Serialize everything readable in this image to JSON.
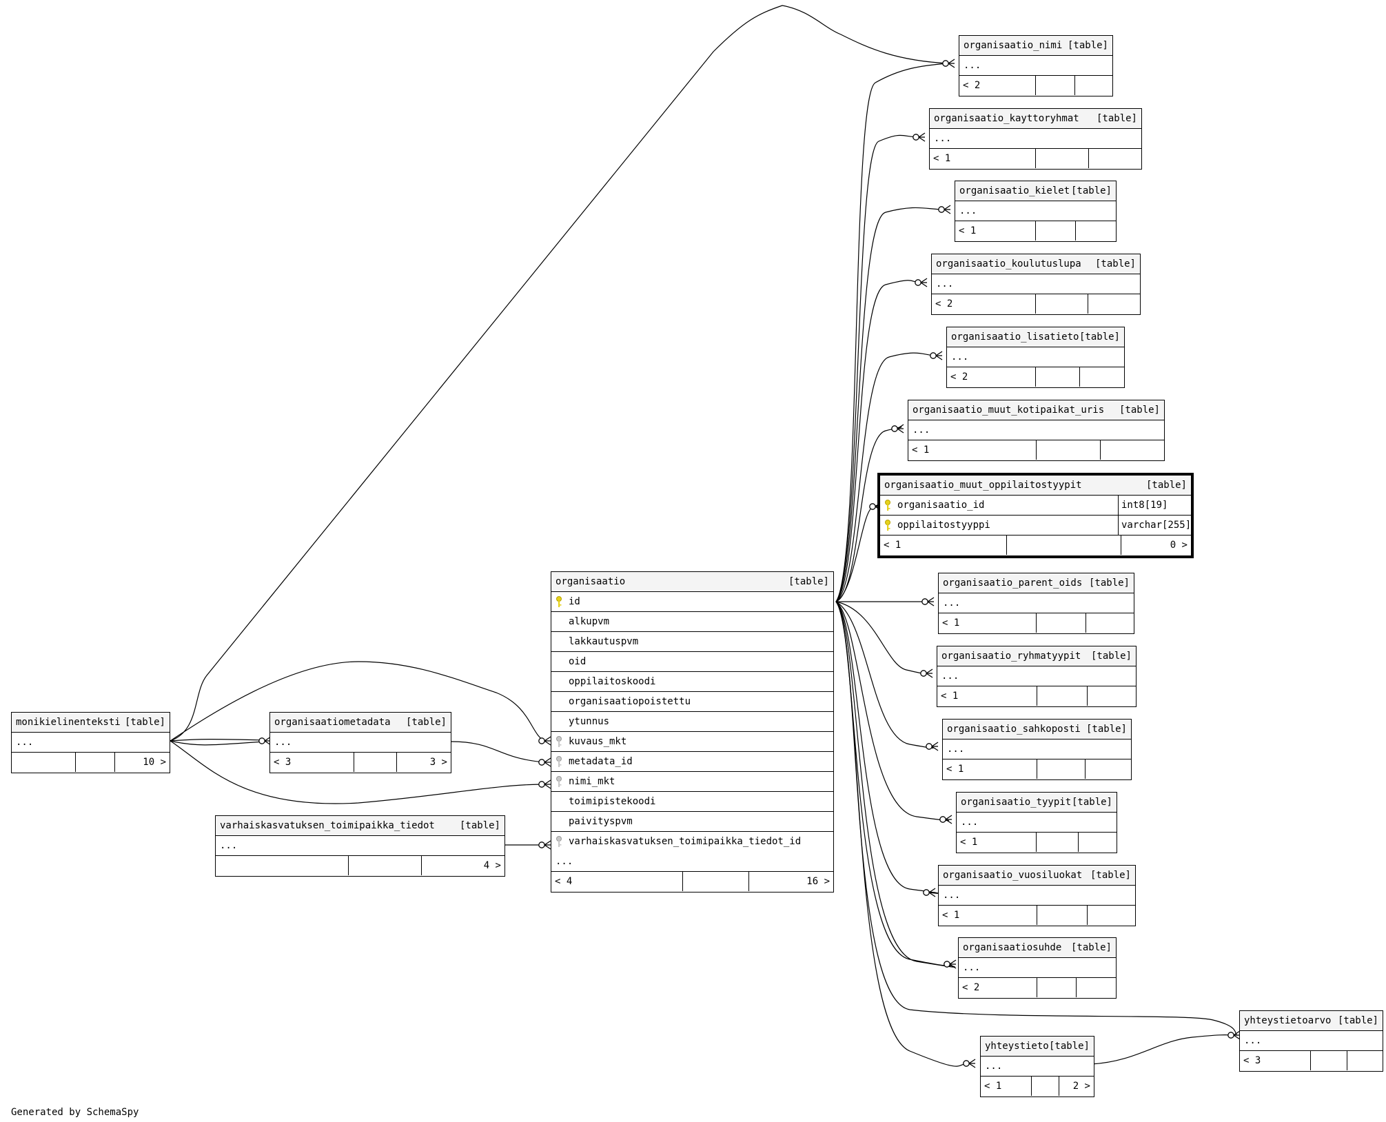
{
  "generator": "Generated by SchemaSpy",
  "table_tag": "[table]",
  "more": "...",
  "tables": {
    "organisaatio_nimi": {
      "name": "organisaatio_nimi",
      "foot": [
        "< 2",
        "",
        ""
      ]
    },
    "organisaatio_kayttoryhmat": {
      "name": "organisaatio_kayttoryhmat",
      "foot": [
        "< 1",
        "",
        ""
      ]
    },
    "organisaatio_kielet": {
      "name": "organisaatio_kielet",
      "foot": [
        "< 1",
        "",
        ""
      ]
    },
    "organisaatio_koulutuslupa": {
      "name": "organisaatio_koulutuslupa",
      "foot": [
        "< 2",
        "",
        ""
      ]
    },
    "organisaatio_lisatieto": {
      "name": "organisaatio_lisatieto",
      "foot": [
        "< 2",
        "",
        ""
      ]
    },
    "organisaatio_muut_kotipaikat_uris": {
      "name": "organisaatio_muut_kotipaikat_uris",
      "foot": [
        "< 1",
        "",
        ""
      ]
    },
    "organisaatio_muut_oppilaitostyypit": {
      "name": "organisaatio_muut_oppilaitostyypit",
      "columns": [
        {
          "name": "organisaatio_id",
          "type": "int8[19]"
        },
        {
          "name": "oppilaitostyyppi",
          "type": "varchar[255]"
        }
      ],
      "foot": [
        "< 1",
        "",
        "0 >"
      ]
    },
    "organisaatio_parent_oids": {
      "name": "organisaatio_parent_oids",
      "foot": [
        "< 1",
        "",
        ""
      ]
    },
    "organisaatio_ryhmatyypit": {
      "name": "organisaatio_ryhmatyypit",
      "foot": [
        "< 1",
        "",
        ""
      ]
    },
    "organisaatio_sahkoposti": {
      "name": "organisaatio_sahkoposti",
      "foot": [
        "< 1",
        "",
        ""
      ]
    },
    "organisaatio_tyypit": {
      "name": "organisaatio_tyypit",
      "foot": [
        "< 1",
        "",
        ""
      ]
    },
    "organisaatio_vuosiluokat": {
      "name": "organisaatio_vuosiluokat",
      "foot": [
        "< 1",
        "",
        ""
      ]
    },
    "organisaatiosuhde": {
      "name": "organisaatiosuhde",
      "foot": [
        "< 2",
        "",
        ""
      ]
    },
    "yhteystieto": {
      "name": "yhteystieto",
      "foot": [
        "< 1",
        "",
        "2 >"
      ]
    },
    "yhteystietoarvo": {
      "name": "yhteystietoarvo",
      "foot": [
        "< 3",
        "",
        ""
      ]
    },
    "monikielinenteksti": {
      "name": "monikielinenteksti",
      "foot": [
        "",
        "",
        "10 >"
      ]
    },
    "organisaatiometadata": {
      "name": "organisaatiometadata",
      "foot": [
        "< 3",
        "",
        "3 >"
      ]
    },
    "varhaiskasvatuksen_toimipaikka_tiedot": {
      "name": "varhaiskasvatuksen_toimipaikka_tiedot",
      "foot": [
        "",
        "",
        "4 >"
      ]
    },
    "organisaatio": {
      "name": "organisaatio",
      "columns": [
        {
          "name": "id",
          "key": "pk"
        },
        {
          "name": "alkupvm"
        },
        {
          "name": "lakkautuspvm"
        },
        {
          "name": "oid"
        },
        {
          "name": "oppilaitoskoodi"
        },
        {
          "name": "organisaatiopoistettu"
        },
        {
          "name": "ytunnus"
        },
        {
          "name": "kuvaus_mkt",
          "key": "fk"
        },
        {
          "name": "metadata_id",
          "key": "fk"
        },
        {
          "name": "nimi_mkt",
          "key": "fk"
        },
        {
          "name": "toimipistekoodi"
        },
        {
          "name": "paivityspvm"
        },
        {
          "name": "varhaiskasvatuksen_toimipaikka_tiedot_id",
          "key": "fk"
        }
      ],
      "foot": [
        "< 4",
        "",
        "16 >"
      ]
    }
  }
}
